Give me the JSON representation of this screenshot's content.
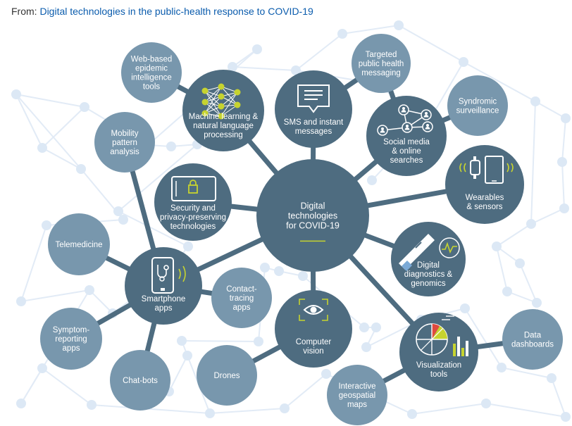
{
  "header": {
    "prefix": "From:",
    "link_text": "Digital technologies in the public-health response to COVID-19"
  },
  "colors": {
    "dark_node": "#4e6c80",
    "light_node": "#7897ad",
    "bg_dot": "#dce8f5",
    "bg_line": "#e2ebf6",
    "connector": "#4e6c80",
    "icon_accent": "#c6d32f",
    "link": "#0b5cad"
  },
  "diagram": {
    "center": {
      "label": [
        "Digital",
        "technologies",
        "for COVID-19"
      ]
    },
    "nodes": [
      {
        "id": "web-based-tools",
        "label": [
          "Web-based",
          "epidemic",
          "intelligence",
          "tools"
        ],
        "tone": "light",
        "icon": ""
      },
      {
        "id": "machine-learning",
        "label": [
          "Machine learning &",
          "natural language",
          "processing"
        ],
        "tone": "dark",
        "icon": "neural-network-icon"
      },
      {
        "id": "sms",
        "label": [
          "SMS and instant",
          "messages"
        ],
        "tone": "dark",
        "icon": "message-icon"
      },
      {
        "id": "targeted-messaging",
        "label": [
          "Targeted",
          "public health",
          "messaging"
        ],
        "tone": "light",
        "icon": ""
      },
      {
        "id": "social-media",
        "label": [
          "Social media",
          "& online",
          "searches"
        ],
        "tone": "dark",
        "icon": "people-network-icon"
      },
      {
        "id": "syndromic-surveillance",
        "label": [
          "Syndromic",
          "surveillance"
        ],
        "tone": "light",
        "icon": ""
      },
      {
        "id": "mobility-analysis",
        "label": [
          "Mobility",
          "pattern",
          "analysis"
        ],
        "tone": "light",
        "icon": ""
      },
      {
        "id": "security-privacy",
        "label": [
          "Security and",
          "privacy-preserving",
          "technologies"
        ],
        "tone": "dark",
        "icon": "lock-icon"
      },
      {
        "id": "wearables",
        "label": [
          "Wearables",
          "& sensors"
        ],
        "tone": "dark",
        "icon": "wearables-icon"
      },
      {
        "id": "telemedicine",
        "label": [
          "Telemedicine"
        ],
        "tone": "light",
        "icon": ""
      },
      {
        "id": "digital-diagnostics",
        "label": [
          "Digital",
          "diagnostics &",
          "genomics"
        ],
        "tone": "dark",
        "icon": "test-strip-icon"
      },
      {
        "id": "smartphone-apps",
        "label": [
          "Smartphone",
          "apps"
        ],
        "tone": "dark",
        "icon": "smartphone-icon"
      },
      {
        "id": "contact-tracing",
        "label": [
          "Contact-",
          "tracing",
          "apps"
        ],
        "tone": "light",
        "icon": ""
      },
      {
        "id": "computer-vision",
        "label": [
          "Computer",
          "vision"
        ],
        "tone": "dark",
        "icon": "eye-icon"
      },
      {
        "id": "symptom-reporting",
        "label": [
          "Symptom-",
          "reporting",
          "apps"
        ],
        "tone": "light",
        "icon": ""
      },
      {
        "id": "data-dashboards",
        "label": [
          "Data",
          "dashboards"
        ],
        "tone": "light",
        "icon": ""
      },
      {
        "id": "chat-bots",
        "label": [
          "Chat-bots"
        ],
        "tone": "light",
        "icon": ""
      },
      {
        "id": "drones",
        "label": [
          "Drones"
        ],
        "tone": "light",
        "icon": ""
      },
      {
        "id": "visualization-tools",
        "label": [
          "Visualization",
          "tools"
        ],
        "tone": "dark",
        "icon": "chart-icon"
      },
      {
        "id": "geospatial-maps",
        "label": [
          "Interactive",
          "geospatial",
          "maps"
        ],
        "tone": "light",
        "icon": ""
      }
    ],
    "edges": [
      [
        "center",
        "machine-learning"
      ],
      [
        "center",
        "sms"
      ],
      [
        "center",
        "social-media"
      ],
      [
        "center",
        "wearables"
      ],
      [
        "center",
        "security-privacy"
      ],
      [
        "center",
        "smartphone-apps"
      ],
      [
        "center",
        "digital-diagnostics"
      ],
      [
        "center",
        "visualization-tools"
      ],
      [
        "center",
        "computer-vision"
      ],
      [
        "machine-learning",
        "web-based-tools"
      ],
      [
        "sms",
        "targeted-messaging"
      ],
      [
        "social-media",
        "syndromic-surveillance"
      ],
      [
        "social-media",
        "targeted-messaging"
      ],
      [
        "smartphone-apps",
        "mobility-analysis"
      ],
      [
        "smartphone-apps",
        "telemedicine"
      ],
      [
        "smartphone-apps",
        "contact-tracing"
      ],
      [
        "smartphone-apps",
        "symptom-reporting"
      ],
      [
        "smartphone-apps",
        "chat-bots"
      ],
      [
        "computer-vision",
        "drones"
      ],
      [
        "visualization-tools",
        "data-dashboards"
      ],
      [
        "visualization-tools",
        "geospatial-maps"
      ]
    ]
  }
}
